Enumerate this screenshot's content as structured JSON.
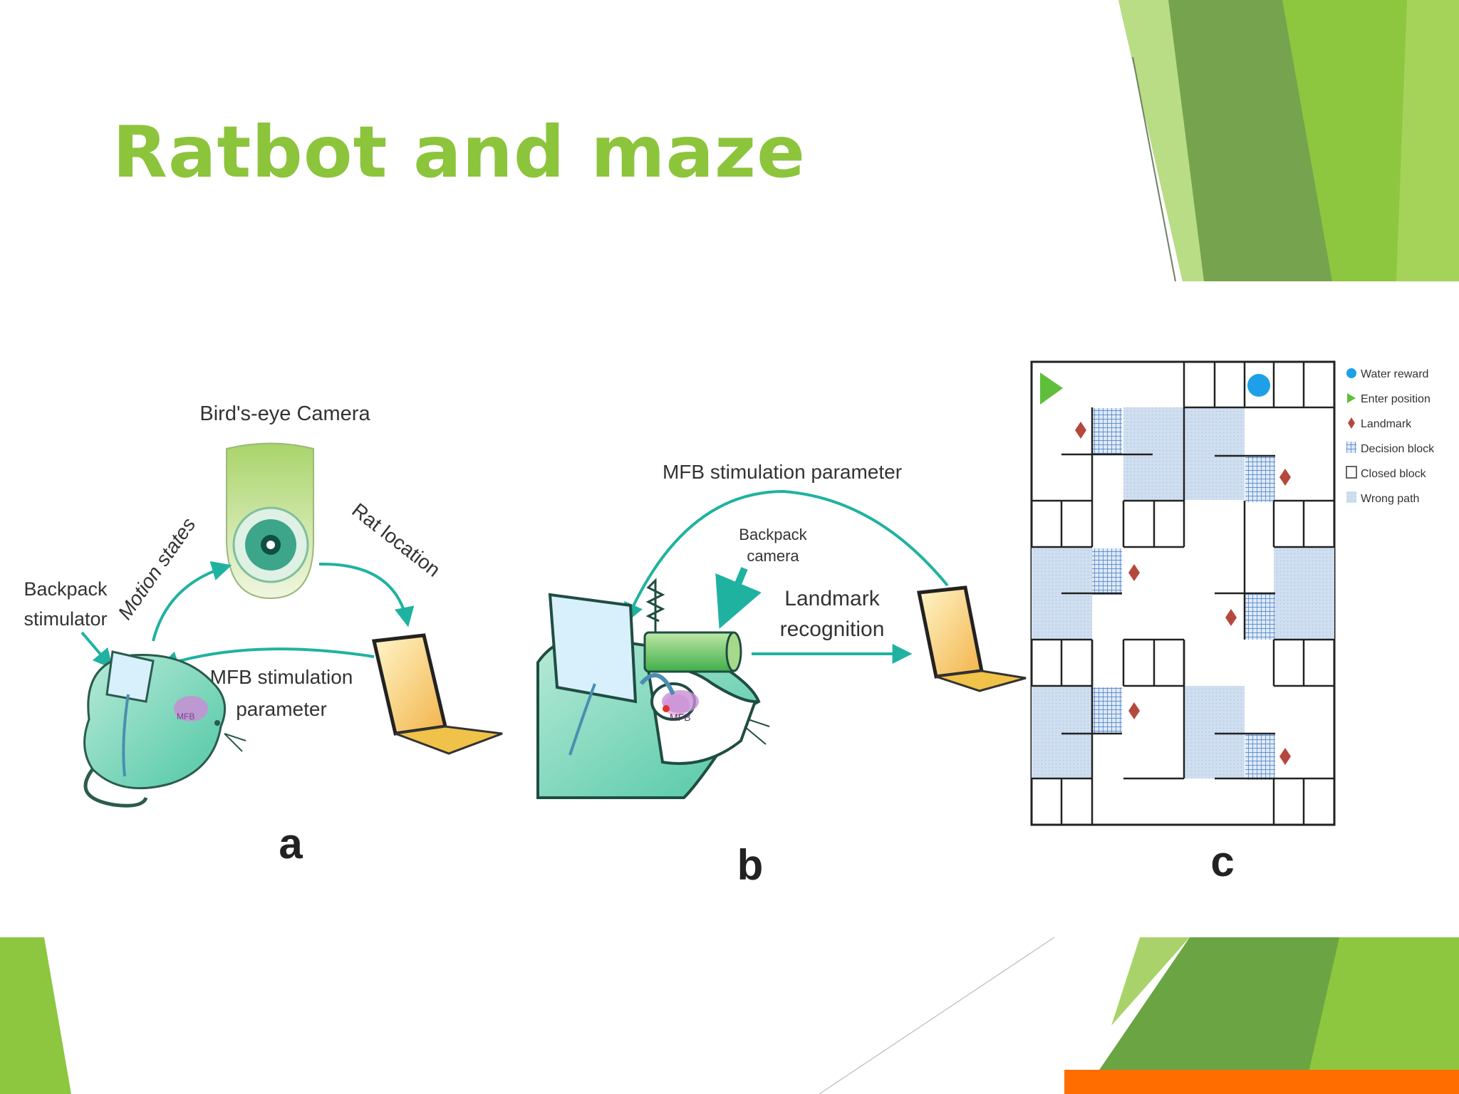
{
  "slide": {
    "title": "Ratbot and maze",
    "colors": {
      "title": "#8cc43c",
      "green_light": "#8dc63f",
      "green_mid": "#76b03a",
      "green_dark": "#5f9a3c",
      "accent_orange": "#ff6d00",
      "teal_arrow": "#20b2a0"
    }
  },
  "figure": {
    "panel_a": {
      "caption": "a",
      "camera_label": "Bird's-eye Camera",
      "motion_label": "Motion states",
      "location_label": "Rat location",
      "backpack_label_1": "Backpack",
      "backpack_label_2": "stimulator",
      "mfb_label_1": "MFB stimulation",
      "mfb_label_2": "parameter",
      "brain_label": "MFB"
    },
    "panel_b": {
      "caption": "b",
      "mfb_param_label": "MFB stimulation parameter",
      "camera_label_1": "Backpack",
      "camera_label_2": "camera",
      "landmark_label_1": "Landmark",
      "landmark_label_2": "recognition",
      "brain_label": "MFB"
    },
    "panel_c": {
      "caption": "c",
      "legend": [
        {
          "icon": "water-reward-icon",
          "label": "Water reward"
        },
        {
          "icon": "enter-position-icon",
          "label": "Enter position"
        },
        {
          "icon": "landmark-icon",
          "label": "Landmark"
        },
        {
          "icon": "decision-block-icon",
          "label": "Decision block"
        },
        {
          "icon": "closed-block-icon",
          "label": "Closed block"
        },
        {
          "icon": "wrong-path-icon",
          "label": "Wrong path"
        }
      ]
    }
  }
}
